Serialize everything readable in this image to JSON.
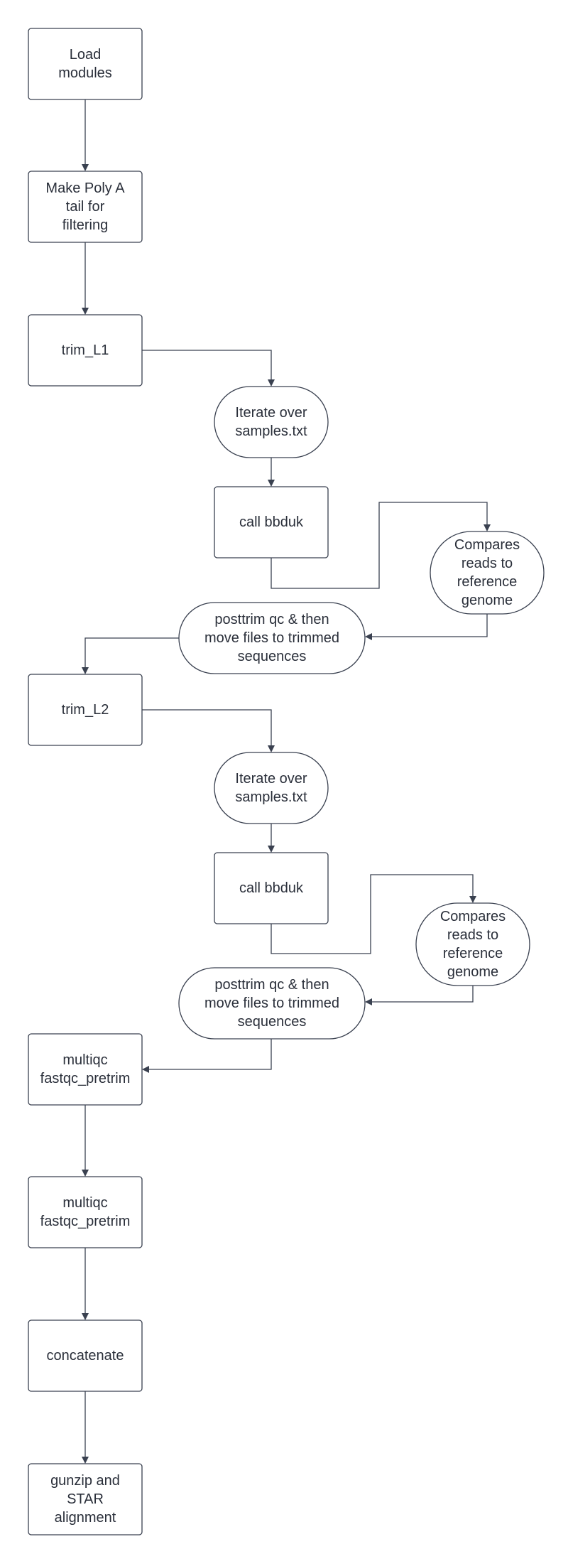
{
  "nodes": [
    {
      "id": "load_modules",
      "shape": "rect",
      "lines": [
        "Load",
        "modules"
      ]
    },
    {
      "id": "make_poly_a",
      "shape": "rect",
      "lines": [
        "Make Poly A",
        "tail for",
        "filtering"
      ]
    },
    {
      "id": "trim_l1",
      "shape": "rect",
      "lines": [
        "trim_L1"
      ]
    },
    {
      "id": "iterate_1",
      "shape": "terminator",
      "lines": [
        "Iterate over",
        "samples.txt"
      ]
    },
    {
      "id": "call_bbduk_1",
      "shape": "rect",
      "lines": [
        "call bbduk"
      ]
    },
    {
      "id": "compares_1",
      "shape": "terminator",
      "lines": [
        "Compares",
        "reads to",
        "reference",
        "genome"
      ]
    },
    {
      "id": "posttrim_1",
      "shape": "terminator",
      "lines": [
        "posttrim qc & then",
        "move files to trimmed",
        "sequences"
      ]
    },
    {
      "id": "trim_l2",
      "shape": "rect",
      "lines": [
        "trim_L2"
      ]
    },
    {
      "id": "iterate_2",
      "shape": "terminator",
      "lines": [
        "Iterate over",
        "samples.txt"
      ]
    },
    {
      "id": "call_bbduk_2",
      "shape": "rect",
      "lines": [
        "call bbduk"
      ]
    },
    {
      "id": "compares_2",
      "shape": "terminator",
      "lines": [
        "Compares",
        "reads to",
        "reference",
        "genome"
      ]
    },
    {
      "id": "posttrim_2",
      "shape": "terminator",
      "lines": [
        "posttrim qc & then",
        "move files to trimmed",
        "sequences"
      ]
    },
    {
      "id": "multiqc_1",
      "shape": "rect",
      "lines": [
        "multiqc",
        "fastqc_pretrim"
      ]
    },
    {
      "id": "multiqc_2",
      "shape": "rect",
      "lines": [
        "multiqc",
        "fastqc_pretrim"
      ]
    },
    {
      "id": "concatenate",
      "shape": "rect",
      "lines": [
        "concatenate"
      ]
    },
    {
      "id": "gunzip_star",
      "shape": "rect",
      "lines": [
        "gunzip and",
        "STAR",
        "alignment"
      ]
    }
  ],
  "edges": [
    {
      "from": "load_modules",
      "to": "make_poly_a"
    },
    {
      "from": "make_poly_a",
      "to": "trim_l1"
    },
    {
      "from": "trim_l1",
      "to": "iterate_1"
    },
    {
      "from": "iterate_1",
      "to": "call_bbduk_1"
    },
    {
      "from": "call_bbduk_1",
      "to": "compares_1"
    },
    {
      "from": "compares_1",
      "to": "posttrim_1"
    },
    {
      "from": "posttrim_1",
      "to": "trim_l2"
    },
    {
      "from": "trim_l2",
      "to": "iterate_2"
    },
    {
      "from": "iterate_2",
      "to": "call_bbduk_2"
    },
    {
      "from": "call_bbduk_2",
      "to": "compares_2"
    },
    {
      "from": "compares_2",
      "to": "posttrim_2"
    },
    {
      "from": "posttrim_2",
      "to": "multiqc_1"
    },
    {
      "from": "multiqc_1",
      "to": "multiqc_2"
    },
    {
      "from": "multiqc_2",
      "to": "concatenate"
    },
    {
      "from": "concatenate",
      "to": "gunzip_star"
    }
  ]
}
